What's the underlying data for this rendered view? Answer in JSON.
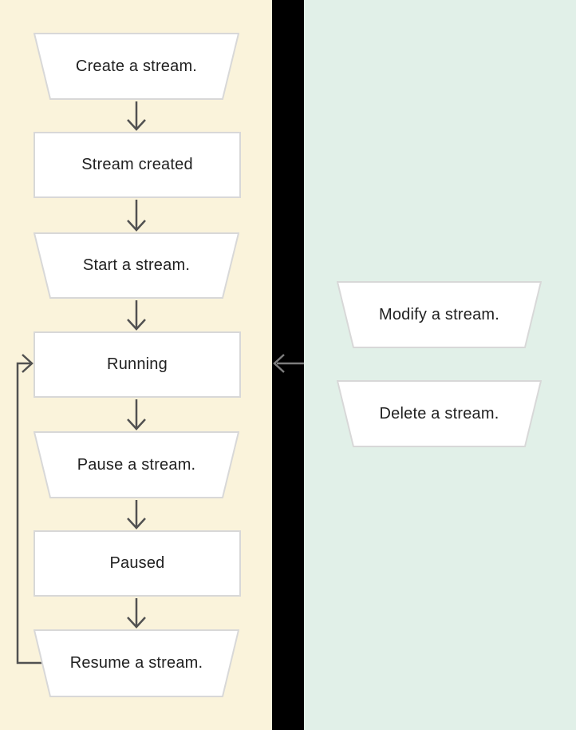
{
  "diagram": {
    "description": "Stream lifecycle flowchart with states and actions",
    "left_panel": {
      "background": "#faf3db",
      "nodes": [
        {
          "id": "create-stream",
          "shape": "trapezoid",
          "kind": "action",
          "label": "Create a stream."
        },
        {
          "id": "stream-created",
          "shape": "rectangle",
          "kind": "state",
          "label": "Stream created"
        },
        {
          "id": "start-stream",
          "shape": "trapezoid",
          "kind": "action",
          "label": "Start a stream."
        },
        {
          "id": "running",
          "shape": "rectangle",
          "kind": "state",
          "label": "Running"
        },
        {
          "id": "pause-stream",
          "shape": "trapezoid",
          "kind": "action",
          "label": "Pause a stream."
        },
        {
          "id": "paused",
          "shape": "rectangle",
          "kind": "state",
          "label": "Paused"
        },
        {
          "id": "resume-stream",
          "shape": "trapezoid",
          "kind": "action",
          "label": "Resume a stream."
        }
      ],
      "edges": [
        {
          "from": "create-stream",
          "to": "stream-created"
        },
        {
          "from": "stream-created",
          "to": "start-stream"
        },
        {
          "from": "start-stream",
          "to": "running"
        },
        {
          "from": "running",
          "to": "pause-stream"
        },
        {
          "from": "pause-stream",
          "to": "paused"
        },
        {
          "from": "paused",
          "to": "resume-stream"
        },
        {
          "from": "resume-stream",
          "to": "running",
          "note": "loop back on left side"
        }
      ]
    },
    "divider": {
      "background": "#000000"
    },
    "cross_edge": {
      "from": "right-panel",
      "to": "running",
      "direction": "left"
    },
    "right_panel": {
      "background": "#e1f0e8",
      "nodes": [
        {
          "id": "modify-stream",
          "shape": "trapezoid",
          "kind": "action",
          "label": "Modify a stream."
        },
        {
          "id": "delete-stream",
          "shape": "trapezoid",
          "kind": "action",
          "label": "Delete a stream."
        }
      ]
    },
    "colors": {
      "node_fill": "#ffffff",
      "node_border": "#d8d8d8",
      "arrow": "#515151",
      "cross_arrow": "#7d7d7d",
      "text": "#212121"
    }
  }
}
